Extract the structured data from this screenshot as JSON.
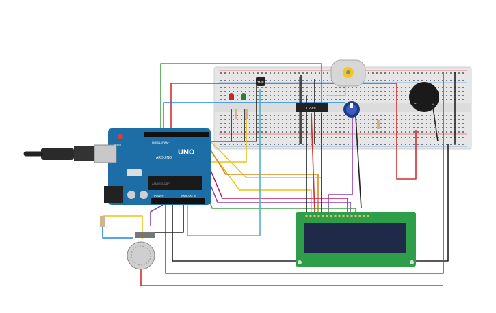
{
  "board": {
    "brand": "UNO",
    "sub_brand": "ARDUINO",
    "reset_label": "RESET",
    "power_label": "POWER",
    "analog_label": "ANALOG IN",
    "digital_label": "DIGITAL (PWM~)",
    "chip_label": "ATMEGA328P"
  },
  "ic": {
    "label": "L293D"
  },
  "temp_sensor": {
    "label": "TMP"
  },
  "colors": {
    "red": "#d32f2f",
    "green": "#43a047",
    "blue": "#1e88e5",
    "yellow": "#e6c619",
    "black": "#222222",
    "orange": "#d98a1c",
    "purple": "#8e44ad",
    "magenta": "#c2185b",
    "cyan": "#4fb3c8",
    "board": "#1d6ea6",
    "lcd_pcb": "#2e9e4a",
    "lcd_screen": "#1e2a47",
    "breadboard": "#e6e6e6"
  }
}
